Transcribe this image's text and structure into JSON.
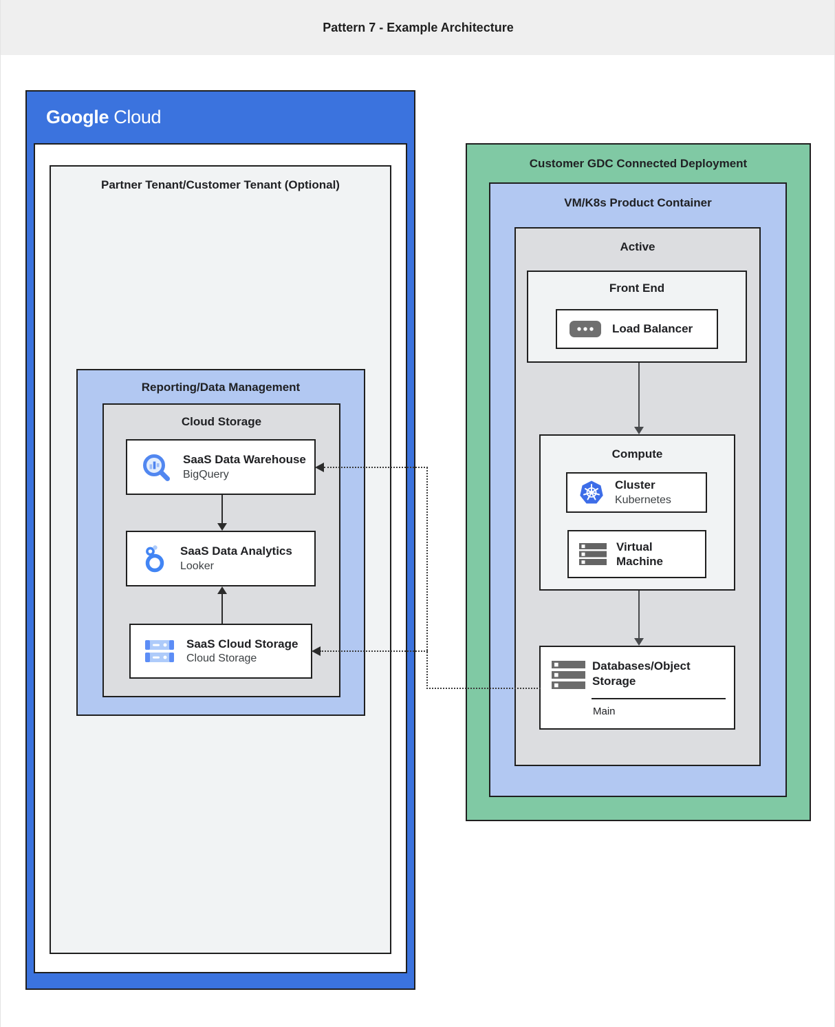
{
  "header": {
    "title": "Pattern 7 - Example Architecture"
  },
  "google_cloud": {
    "logo": {
      "google": "Google",
      "cloud": "Cloud"
    },
    "partner_tenant": {
      "title": "Partner Tenant/Customer Tenant (Optional)",
      "reporting": {
        "title": "Reporting/Data Management",
        "cloud_storage": {
          "title": "Cloud Storage",
          "cards": [
            {
              "title": "SaaS Data Warehouse",
              "subtitle": "BigQuery",
              "icon": "bigquery-icon"
            },
            {
              "title": "SaaS Data Analytics",
              "subtitle": "Looker",
              "icon": "looker-icon"
            },
            {
              "title": "SaaS Cloud Storage",
              "subtitle": "Cloud Storage",
              "icon": "cloud-storage-icon"
            }
          ]
        }
      }
    }
  },
  "gdc_deployment": {
    "title": "Customer GDC Connected Deployment",
    "product_container": {
      "title": "VM/K8s Product Container",
      "active": {
        "title": "Active",
        "front_end": {
          "title": "Front End",
          "load_balancer": {
            "title": "Load Balancer",
            "icon": "load-balancer-icon"
          }
        },
        "compute": {
          "title": "Compute",
          "cards": [
            {
              "title": "Cluster",
              "subtitle": "Kubernetes",
              "icon": "kubernetes-icon"
            },
            {
              "title": "Virtual Machine",
              "icon": "virtual-machine-icon"
            }
          ]
        },
        "databases": {
          "title": "Databases/Object Storage",
          "section_label": "Main",
          "icon": "storage-servers-icon"
        }
      }
    }
  },
  "colors": {
    "google_blue": "#3b73de",
    "gdc_green": "#80c9a4",
    "container_blue": "#b2c8f2",
    "panel_gray": "#dcdde0",
    "panel_light": "#f1f3f4",
    "border_dark": "#1f1f1f"
  }
}
